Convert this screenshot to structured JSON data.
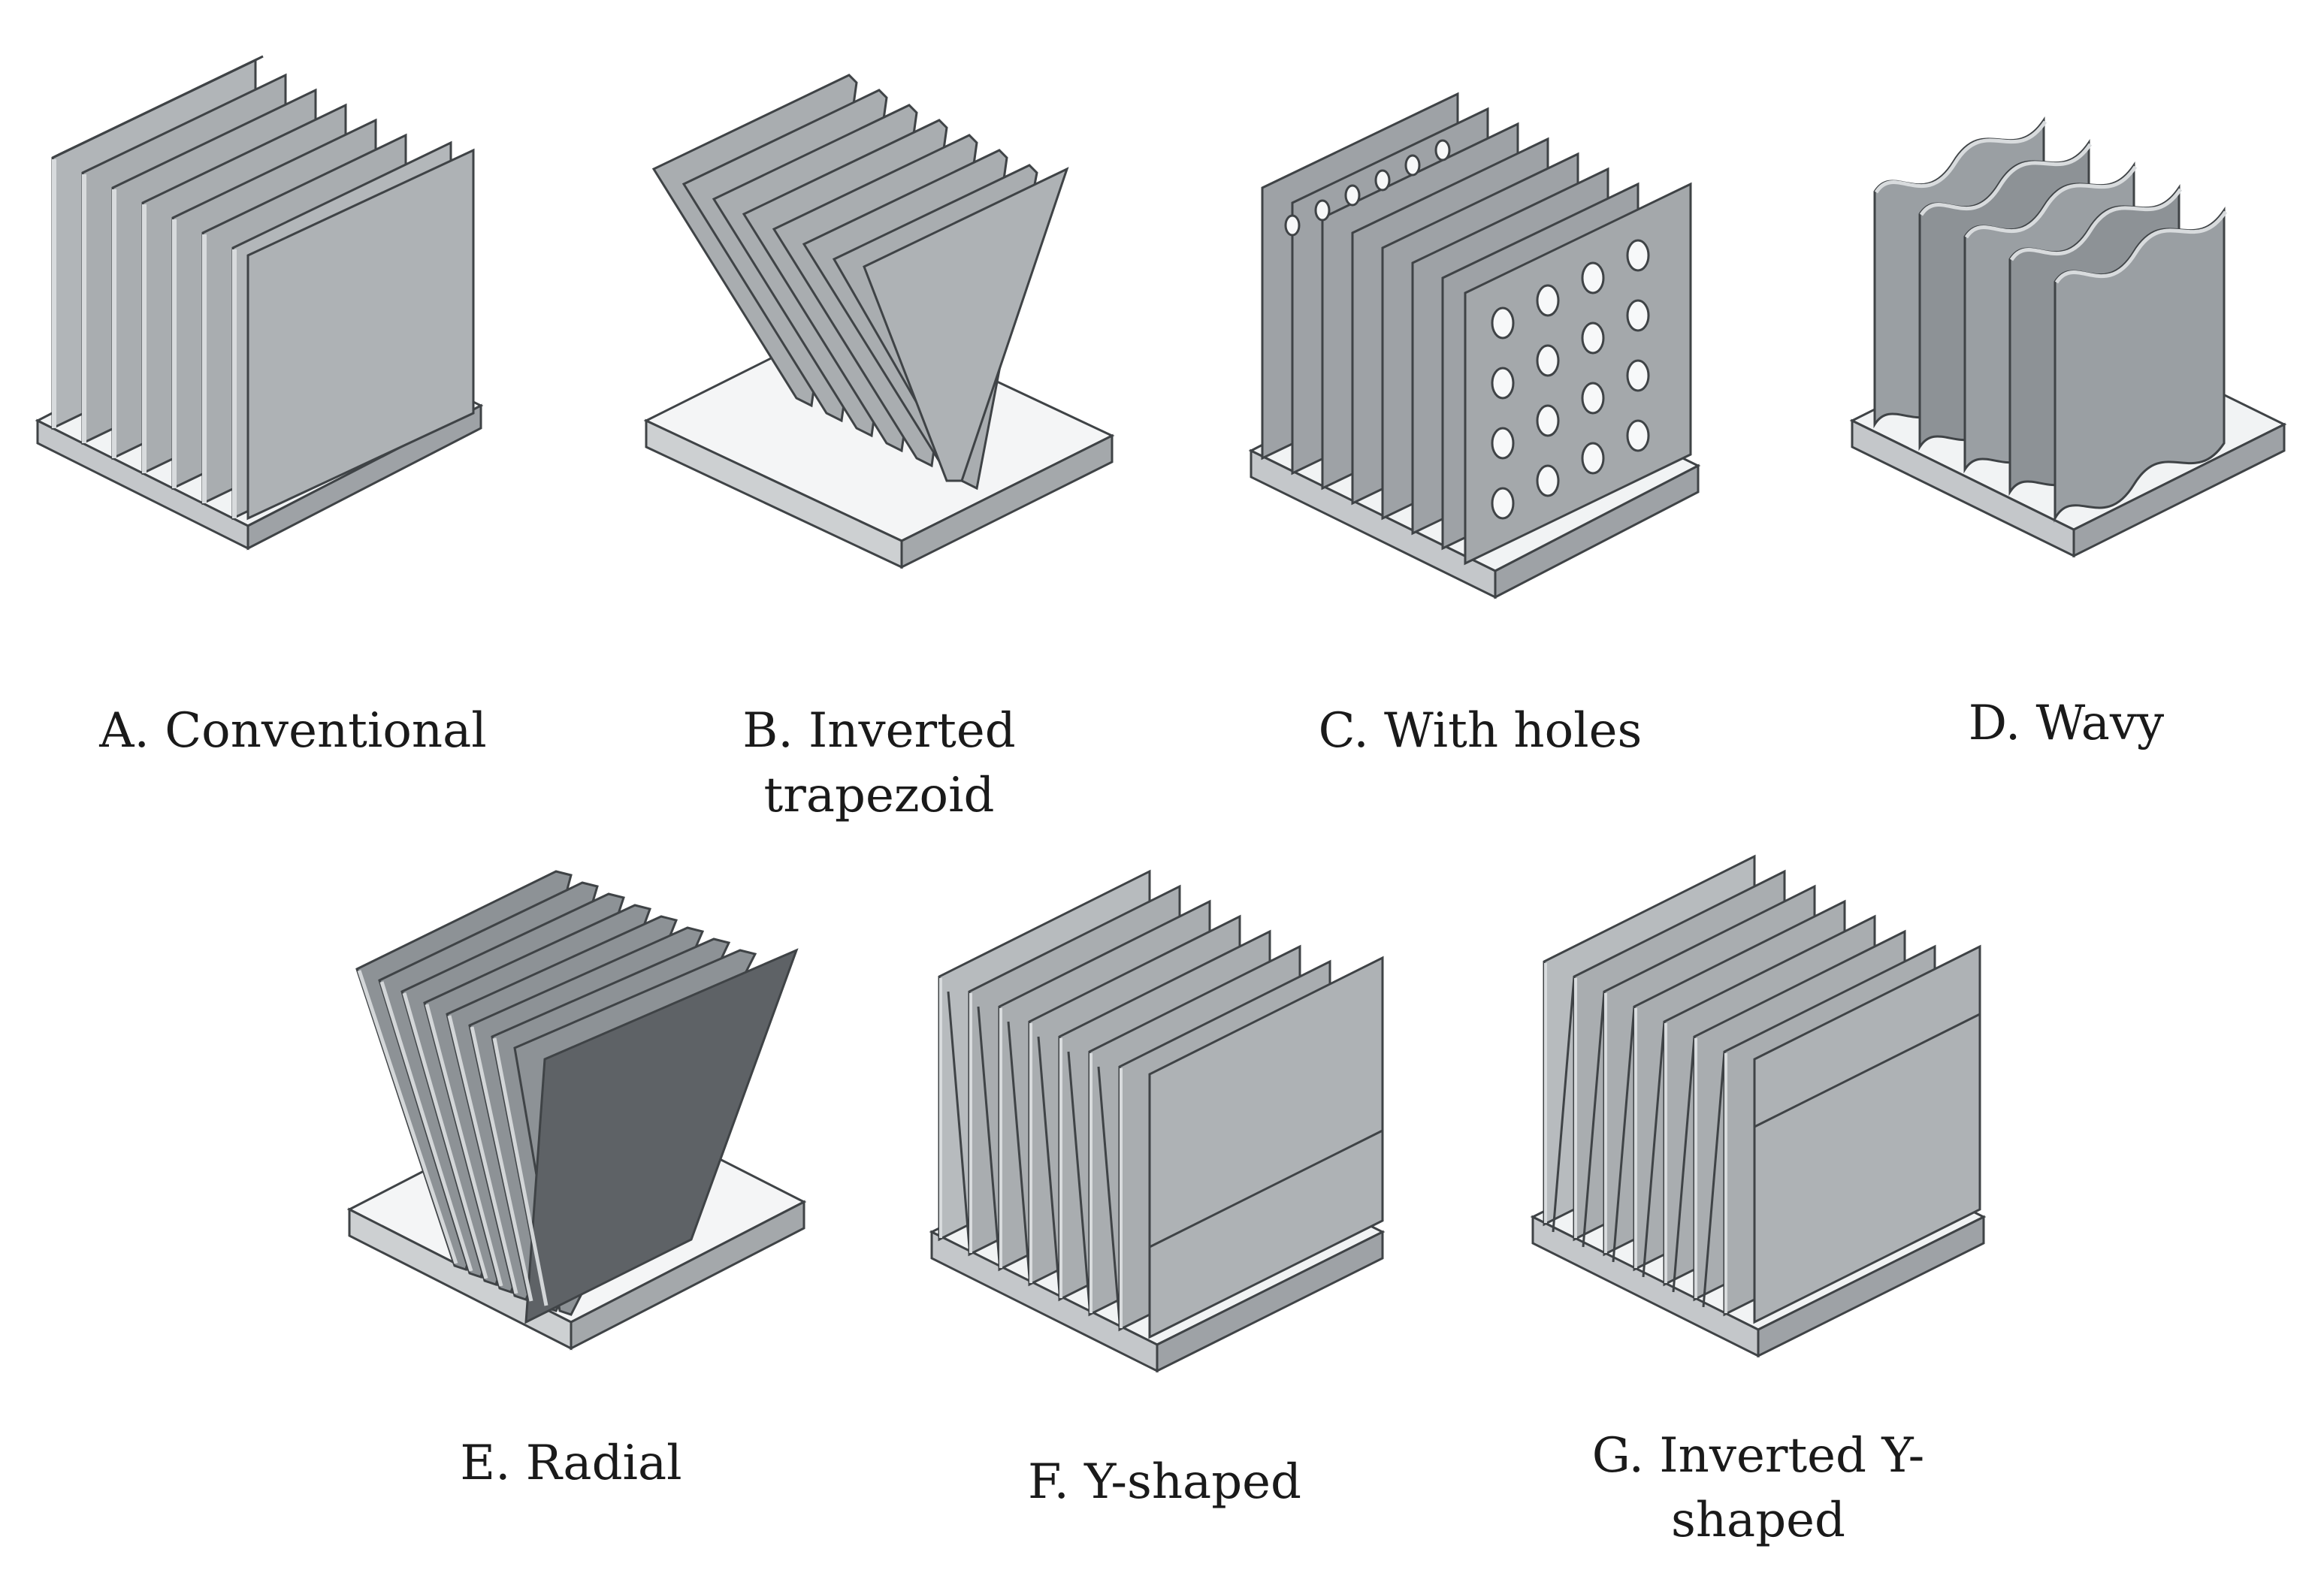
{
  "figure": {
    "items": [
      {
        "id": "A",
        "lines": [
          "A. Conventional"
        ]
      },
      {
        "id": "B",
        "lines": [
          "B. Inverted",
          "trapezoid"
        ]
      },
      {
        "id": "C",
        "lines": [
          "C. With holes"
        ]
      },
      {
        "id": "D",
        "lines": [
          "D. Wavy"
        ]
      },
      {
        "id": "E",
        "lines": [
          "E. Radial"
        ]
      },
      {
        "id": "F",
        "lines": [
          "F. Y-shaped"
        ]
      },
      {
        "id": "G",
        "lines": [
          "G. Inverted Y-",
          "shaped"
        ]
      }
    ]
  },
  "colors": {
    "fin_front": "#a9adb0",
    "fin_edge": "#c9cccf",
    "fin_side": "#7b8084",
    "fin_dark": "#5e6266",
    "base_top": "#f1f3f4",
    "base_side": "#b9bdc0",
    "outline": "#3f4346",
    "hole": "#f7f8f9"
  }
}
